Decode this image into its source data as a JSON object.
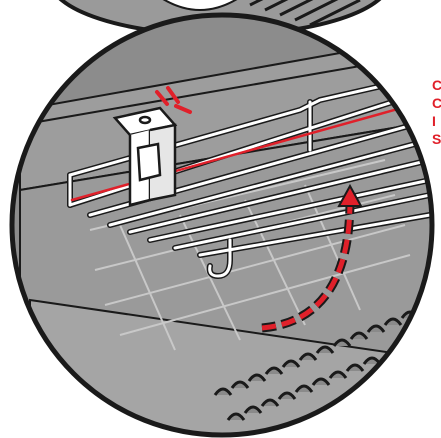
{
  "illustration": {
    "subject": "wire-warming-rack-installation",
    "colors": {
      "background": "#ffffff",
      "outline": "#1a1a1a",
      "lid_gray": "#8c8c8c",
      "cavity_gray": "#9a9a9a",
      "rack_wire": "#ffffff",
      "highlight_red": "#e0202a"
    },
    "side_labels": [
      "C",
      "C",
      "I",
      "S"
    ]
  }
}
